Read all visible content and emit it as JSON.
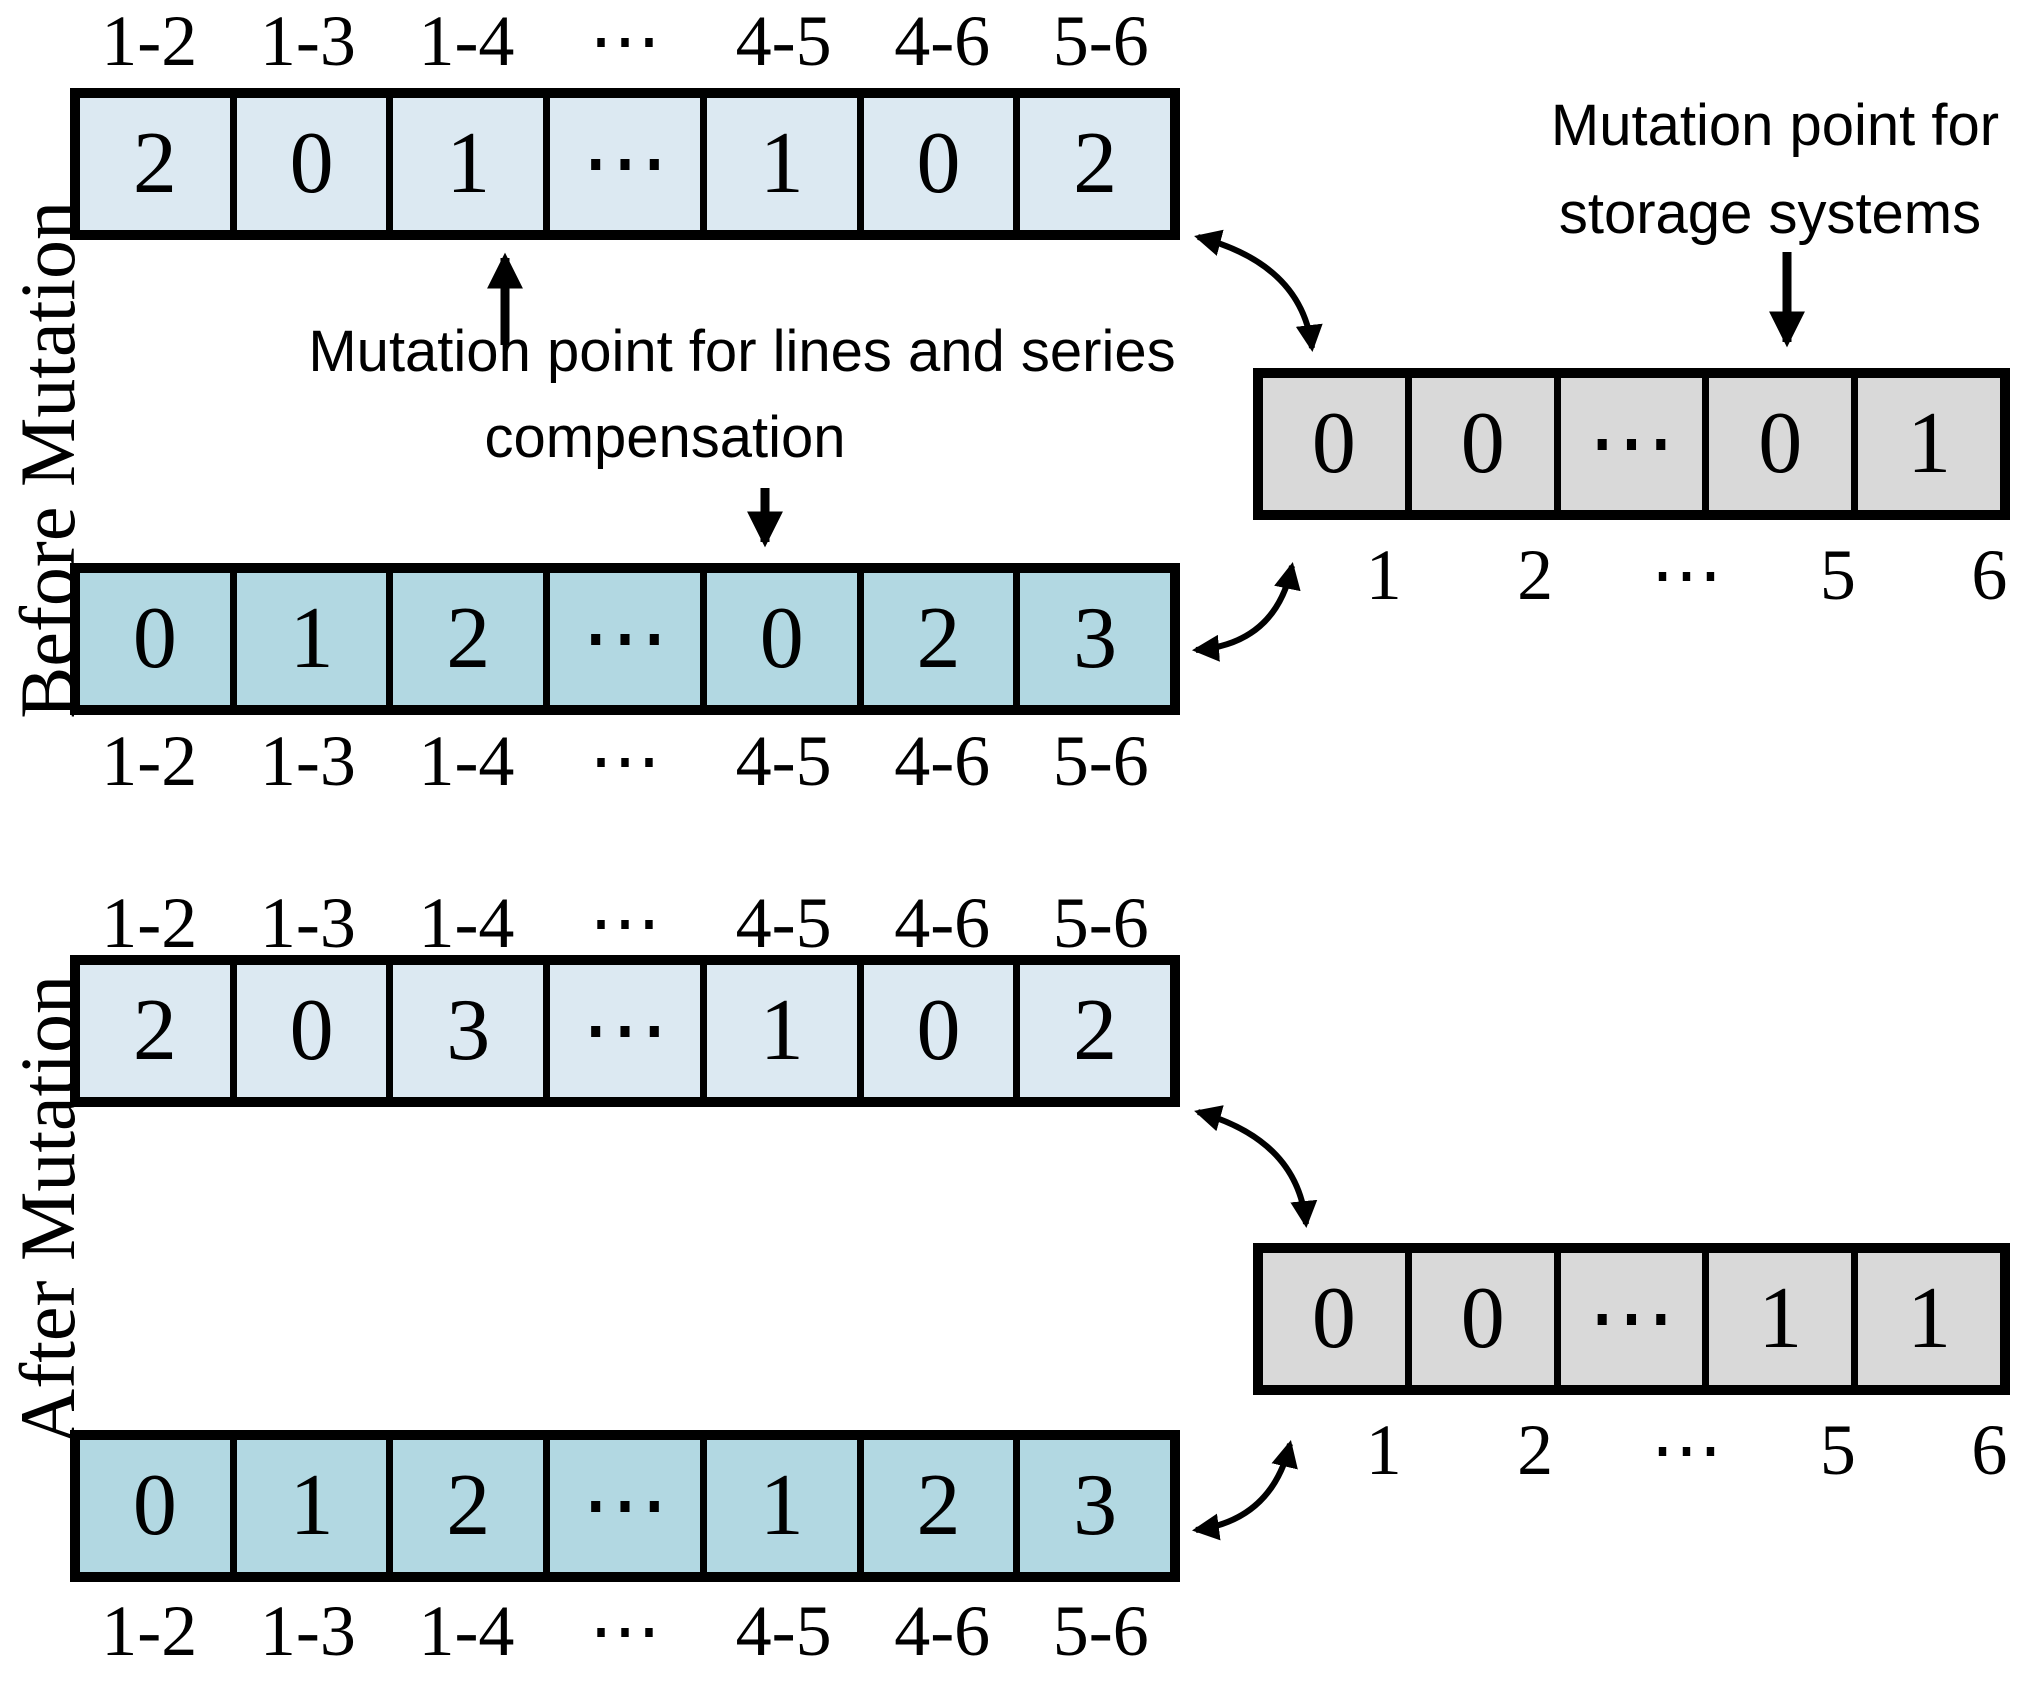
{
  "colors": {
    "light_blue": "#dce9f2",
    "medium_blue": "#b2d8e2",
    "gray": "#d9d9d9",
    "border": "#000000",
    "background": "#ffffff"
  },
  "before": {
    "section_label": "Before Mutation",
    "top_labels": [
      "1-2",
      "1-3",
      "1-4",
      "⋯",
      "4-5",
      "4-6",
      "5-6"
    ],
    "top_values": [
      "2",
      "0",
      "1",
      "⋯",
      "1",
      "0",
      "2"
    ],
    "bottom_values": [
      "0",
      "1",
      "2",
      "⋯",
      "0",
      "2",
      "3"
    ],
    "bottom_labels": [
      "1-2",
      "1-3",
      "1-4",
      "⋯",
      "4-5",
      "4-6",
      "5-6"
    ],
    "storage_values": [
      "0",
      "0",
      "⋯",
      "0",
      "1"
    ],
    "storage_labels": [
      "1",
      "2",
      "⋯",
      "5",
      "6"
    ],
    "lines_annotation_line1": "Mutation point for lines and series",
    "lines_annotation_line2": "compensation",
    "storage_annotation_line1": "Mutation point for",
    "storage_annotation_line2": "storage systems"
  },
  "after": {
    "section_label": "After Mutation",
    "top_labels": [
      "1-2",
      "1-3",
      "1-4",
      "⋯",
      "4-5",
      "4-6",
      "5-6"
    ],
    "top_values": [
      "2",
      "0",
      "3",
      "⋯",
      "1",
      "0",
      "2"
    ],
    "bottom_values": [
      "0",
      "1",
      "2",
      "⋯",
      "1",
      "2",
      "3"
    ],
    "bottom_labels": [
      "1-2",
      "1-3",
      "1-4",
      "⋯",
      "4-5",
      "4-6",
      "5-6"
    ],
    "storage_values": [
      "0",
      "0",
      "⋯",
      "1",
      "1"
    ],
    "storage_labels": [
      "1",
      "2",
      "⋯",
      "5",
      "6"
    ]
  }
}
